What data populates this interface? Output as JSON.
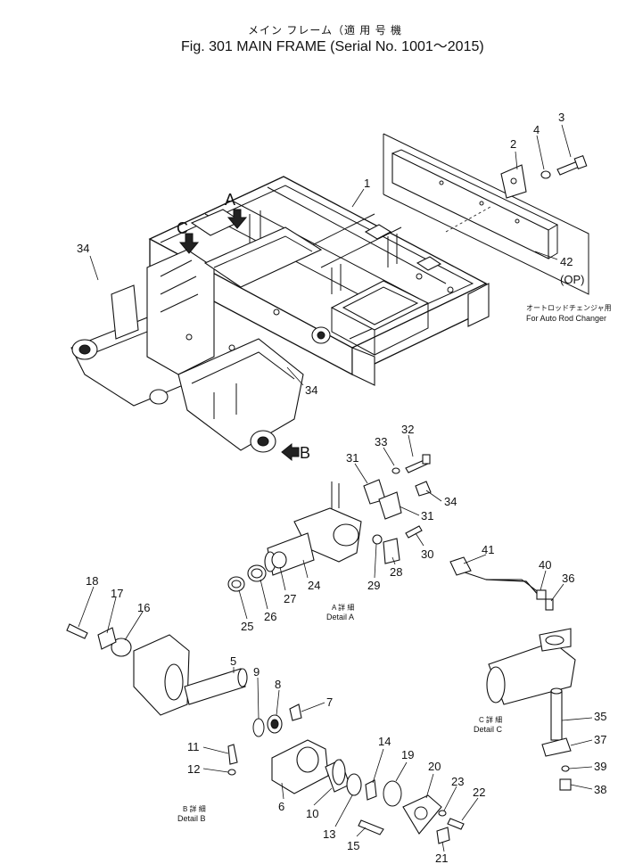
{
  "title": {
    "jp": "メイン フレーム（適 用 号 機",
    "en": "Fig. 301  MAIN  FRAME  (Serial  No. 1001～2015)"
  },
  "arrows": {
    "a": "A",
    "b": "B",
    "c": "C"
  },
  "captions": {
    "auto_rod_jp": "オートロッドチェンジャ用",
    "auto_rod_en": "For Auto Rod Changer",
    "op": "(OP)",
    "detail_a_jp": "A 詳 細",
    "detail_a_en": "Detail A",
    "detail_b_jp": "B 詳 細",
    "detail_b_en": "Detail B",
    "detail_c_jp": "C 詳 細",
    "detail_c_en": "Detail C"
  },
  "parts": [
    {
      "id": "p1",
      "label": "1"
    },
    {
      "id": "p2",
      "label": "2"
    },
    {
      "id": "p3",
      "label": "3"
    },
    {
      "id": "p4",
      "label": "4"
    },
    {
      "id": "p42",
      "label": "42"
    },
    {
      "id": "p34a",
      "label": "34"
    },
    {
      "id": "p34b",
      "label": "34"
    },
    {
      "id": "p34c",
      "label": "34"
    },
    {
      "id": "p31a",
      "label": "31"
    },
    {
      "id": "p31b",
      "label": "31"
    },
    {
      "id": "p32",
      "label": "32"
    },
    {
      "id": "p33",
      "label": "33"
    },
    {
      "id": "p30",
      "label": "30"
    },
    {
      "id": "p28",
      "label": "28"
    },
    {
      "id": "p29",
      "label": "29"
    },
    {
      "id": "p24",
      "label": "24"
    },
    {
      "id": "p27",
      "label": "27"
    },
    {
      "id": "p26",
      "label": "26"
    },
    {
      "id": "p25",
      "label": "25"
    },
    {
      "id": "p41",
      "label": "41"
    },
    {
      "id": "p40",
      "label": "40"
    },
    {
      "id": "p36",
      "label": "36"
    },
    {
      "id": "p35",
      "label": "35"
    },
    {
      "id": "p37",
      "label": "37"
    },
    {
      "id": "p39",
      "label": "39"
    },
    {
      "id": "p38",
      "label": "38"
    },
    {
      "id": "p18",
      "label": "18"
    },
    {
      "id": "p17",
      "label": "17"
    },
    {
      "id": "p16",
      "label": "16"
    },
    {
      "id": "p5",
      "label": "5"
    },
    {
      "id": "p9",
      "label": "9"
    },
    {
      "id": "p8",
      "label": "8"
    },
    {
      "id": "p7",
      "label": "7"
    },
    {
      "id": "p11",
      "label": "11"
    },
    {
      "id": "p12",
      "label": "12"
    },
    {
      "id": "p6",
      "label": "6"
    },
    {
      "id": "p10",
      "label": "10"
    },
    {
      "id": "p13",
      "label": "13"
    },
    {
      "id": "p14",
      "label": "14"
    },
    {
      "id": "p19",
      "label": "19"
    },
    {
      "id": "p20",
      "label": "20"
    },
    {
      "id": "p23",
      "label": "23"
    },
    {
      "id": "p22",
      "label": "22"
    },
    {
      "id": "p15",
      "label": "15"
    },
    {
      "id": "p21",
      "label": "21"
    }
  ]
}
